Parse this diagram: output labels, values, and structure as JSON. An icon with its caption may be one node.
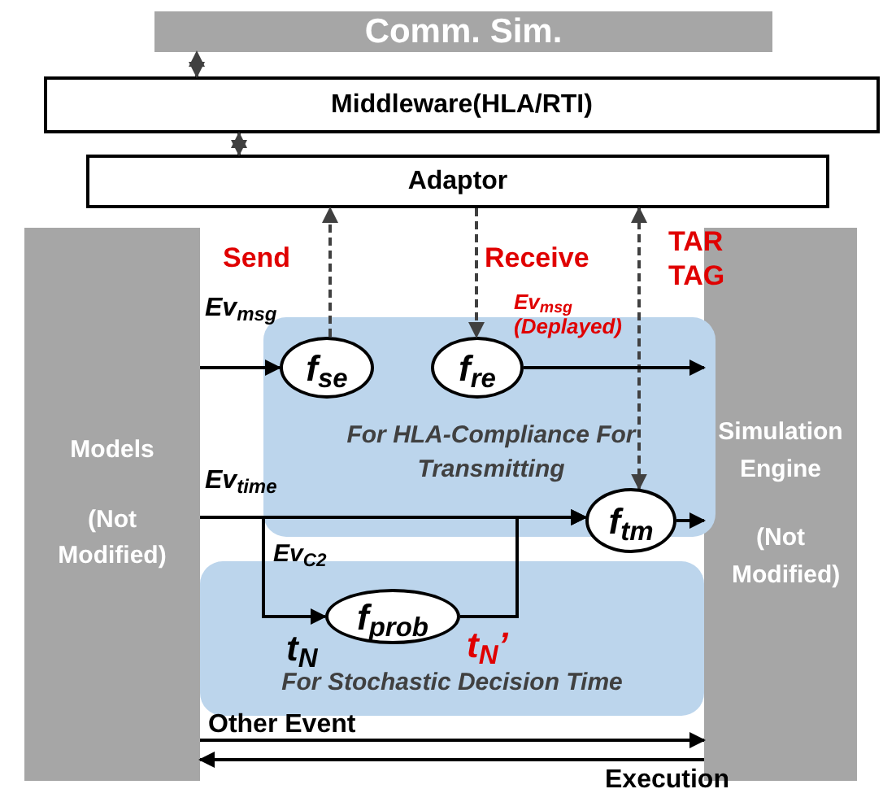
{
  "diagram": {
    "nodes": [
      {
        "text": [
          "Comm. Sim."
        ]
      },
      {
        "text": [
          "Middleware(HLA/RTI)"
        ]
      },
      {
        "text": [
          "Adaptor"
        ]
      },
      {
        "text": [
          "Models",
          "(Not Modified)"
        ]
      },
      {
        "text": [
          "Simulation Engine",
          "(Not Modified)"
        ]
      },
      {
        "text": [
          "For HLA-Compliance For Transmitting"
        ]
      },
      {
        "text": [
          "For Stochastic Decision Time"
        ]
      },
      {
        "text": [
          "f$_{se}$"
        ],
        "in": 5
      },
      {
        "text": [
          "f$_{re}$"
        ],
        "in": 5
      },
      {
        "text": [
          "f$_{tm}$"
        ]
      },
      {
        "text": [
          "f$_{prob}$"
        ],
        "in": 6
      }
    ],
    "edges": [
      {
        "from": 1,
        "to": 0,
        "arrow": "both",
        "style": "dashed"
      },
      {
        "from": 2,
        "to": 1,
        "arrow": "both",
        "style": "dashed"
      },
      {
        "from": 7,
        "to": 2,
        "arrow": "to",
        "style": "dashed",
        "label": "Send"
      },
      {
        "from": 2,
        "to": 8,
        "arrow": "to",
        "style": "dashed",
        "label": "Receive"
      },
      {
        "from": 2,
        "to": 9,
        "arrow": "both",
        "style": "dashed",
        "label": "TAR TAG"
      },
      {
        "from": 3,
        "to": 7,
        "arrow": "to",
        "label": "Ev$_{msg}$"
      },
      {
        "from": 8,
        "to": 4,
        "arrow": "to",
        "label": "Ev$_{msg}$ (Deplayed)"
      },
      {
        "from": 3,
        "to": 9,
        "arrow": "to",
        "label": "Ev$_{time}$"
      },
      {
        "from": 9,
        "to": 4,
        "arrow": "to"
      },
      {
        "from": 3,
        "to": 10,
        "arrow": "to",
        "label": "Ev$_{C2}$"
      },
      {
        "from": 10,
        "to": 9,
        "arrow": "to"
      },
      {
        "from": 3,
        "to": 4,
        "arrow": "to",
        "label": "Other Event"
      },
      {
        "from": 4,
        "to": 3,
        "arrow": "to",
        "label": "Execution"
      }
    ],
    "labels": [
      "t$_{N}$",
      "t$_{N}$’"
    ]
  }
}
